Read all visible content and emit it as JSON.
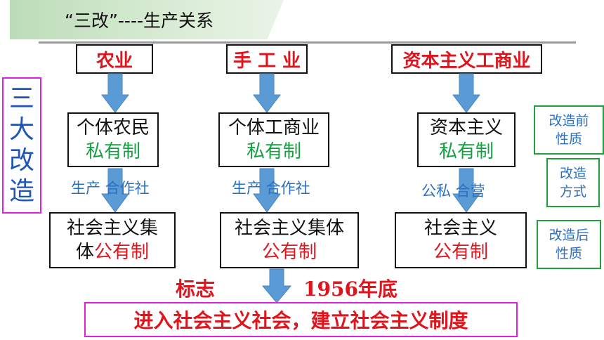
{
  "title": "“三改”----生产关系",
  "side_vertical": [
    "三",
    "大",
    "改",
    "造"
  ],
  "columns": [
    {
      "sector": "农业",
      "before_line1": "个体农民",
      "before_line2": "私有制",
      "method": "生产  合作社",
      "after_line1": "社会主义集",
      "after_line2_black": "体",
      "after_line2_red": "公有制"
    },
    {
      "sector": "手 工 业",
      "before_line1": "个体工商业",
      "before_line2": "私有制",
      "method": "生产  合作社",
      "after_line1": "社会主义集体",
      "after_line2_black": "",
      "after_line2_red": "公有制"
    },
    {
      "sector": "资本主义工商业",
      "before_line1": "资本主义",
      "before_line2": "私有制",
      "method": "公私  合营",
      "after_line1": "社会主义",
      "after_line2_black": "",
      "after_line2_red": "公有制"
    }
  ],
  "legend": [
    {
      "line1": "改造前",
      "line2": "性质"
    },
    {
      "line1": "改造",
      "line2": "方式"
    },
    {
      "line1": "改造后",
      "line2": "性质"
    }
  ],
  "milestone": {
    "label": "标志",
    "year": "1956年底"
  },
  "conclusion": "进入社会主义社会，建立社会主义制度",
  "colors": {
    "red": "#e0141c",
    "green": "#14a040",
    "blue": "#2b6fc0",
    "arrow": "#5b9bd5",
    "magenta": "#e020e0"
  }
}
